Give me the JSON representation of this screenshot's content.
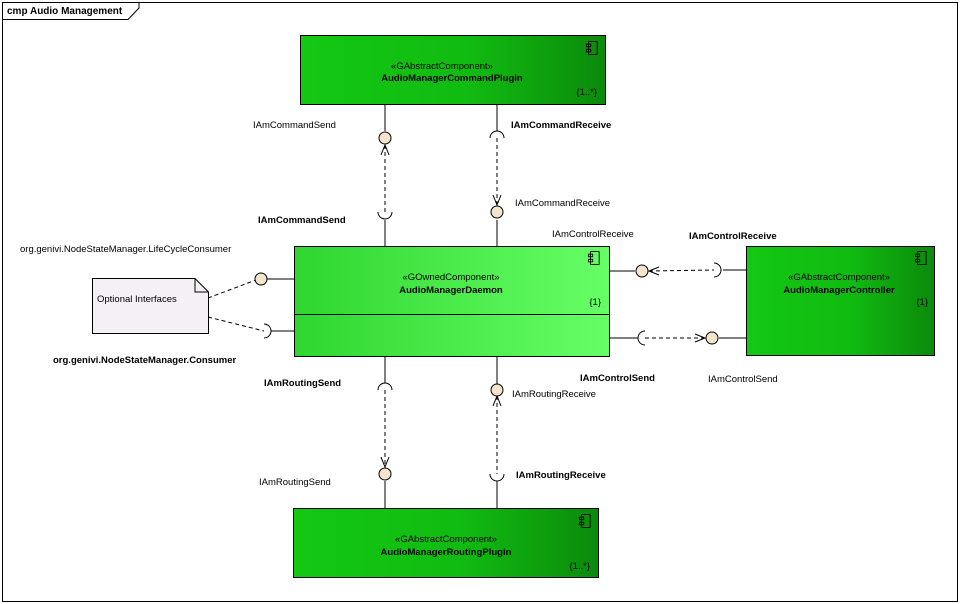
{
  "frame": {
    "title": "cmp Audio Management"
  },
  "colors": {
    "abstract_dark": "#0b8a0b",
    "abstract_light": "#13c813",
    "owned_light": "#66ff66",
    "owned_dark": "#2fd62f",
    "interface_fill": "#f3e5cc",
    "note_fill": "#f4f0f6"
  },
  "components": {
    "command_plugin": {
      "stereotype": "«GAbstractComponent»",
      "name": "AudioManagerCommandPlugin",
      "multiplicity": "{1..*}"
    },
    "daemon": {
      "stereotype": "«GOwnedComponent»",
      "name": "AudioManagerDaemon",
      "multiplicity": "{1}"
    },
    "controller": {
      "stereotype": "«GAbstractComponent»",
      "name": "AudioManagerController",
      "multiplicity": "{1}"
    },
    "routing_plugin": {
      "stereotype": "«GAbstractComponent»",
      "name": "AudioManagerRoutingPlugin",
      "multiplicity": "{1..*}"
    }
  },
  "note": {
    "text": "Optional Interfaces"
  },
  "labels": {
    "cmd_send_top": "IAmCommandSend",
    "cmd_send_bottom": "IAmCommandSend",
    "cmd_recv_top": "IAmCommandReceive",
    "cmd_recv_bottom": "IAmCommandReceive",
    "lifecycle": "org.genivi.NodeStateManager.LifeCycleConsumer",
    "consumer": "org.genivi.NodeStateManager.Consumer",
    "ctrl_recv_daemon": "IAmControlReceive",
    "ctrl_recv_ctrl": "IAmControlReceive",
    "ctrl_send_daemon": "IAmControlSend",
    "ctrl_send_ctrl": "IAmControlSend",
    "rt_send_top": "IAmRoutingSend",
    "rt_send_bottom": "IAmRoutingSend",
    "rt_recv_top": "IAmRoutingReceive",
    "rt_recv_bottom": "IAmRoutingReceive"
  }
}
